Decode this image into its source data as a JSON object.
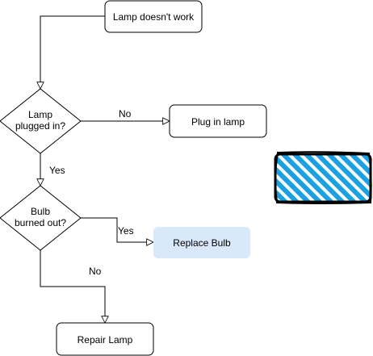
{
  "diagram": {
    "type": "flowchart",
    "colors": {
      "stroke": "#000000",
      "background": "#ffffff",
      "highlight_fill": "#dae8fc",
      "hatch_fill": "#1ba1e2",
      "hatch_border": "#000000"
    },
    "nodes": {
      "start": {
        "label": "Lamp doesn't work",
        "shape": "rounded-rectangle"
      },
      "decision_plugged": {
        "label_line1": "Lamp",
        "label_line2": "plugged in?",
        "shape": "diamond"
      },
      "plug_in": {
        "label": "Plug in lamp",
        "shape": "rounded-rectangle"
      },
      "decision_bulb": {
        "label_line1": "Bulb",
        "label_line2": "burned out?",
        "shape": "diamond"
      },
      "replace_bulb": {
        "label": "Replace Bulb",
        "shape": "rounded-rectangle",
        "style": "filled-no-border"
      },
      "repair_lamp": {
        "label": "Repair Lamp",
        "shape": "rounded-rectangle"
      },
      "hatched_block": {
        "shape": "sketch-rectangle",
        "style": "hatched"
      }
    },
    "edges": {
      "start_to_plugged": {
        "label": ""
      },
      "plugged_no": {
        "label": "No"
      },
      "plugged_yes": {
        "label": "Yes"
      },
      "bulb_yes": {
        "label": "Yes"
      },
      "bulb_no": {
        "label": "No"
      }
    }
  }
}
